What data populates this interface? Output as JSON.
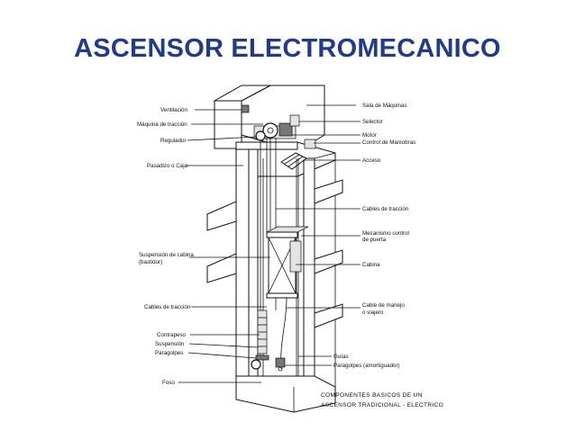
{
  "title": "ASCENSOR ELECTROMECANICO",
  "colors": {
    "title": "#1f3a93",
    "ink": "#111111"
  },
  "labels": {
    "ventilacion": "Ventilación",
    "maquina_traccion": "Máquina de tracción",
    "regulador": "Regulador",
    "pasadizo": "Pasadizo o Caja",
    "suspension_cabina_1": "Suspensión de cabina",
    "suspension_cabina_2": "(bastidor)",
    "cables_traccion_left": "Cables de tracción",
    "contrapeso": "Contrapeso",
    "suspension": "Suspensión",
    "paragolpes": "Paragolpes",
    "foso": "Foso",
    "sala_maquinas": "Sala de Máquinas",
    "selector": "Selector",
    "motor": "Motor",
    "control_maniobras": "Control de Maniobras",
    "acceso": "Acceso",
    "cables_traccion_right": "Cables de tracción",
    "mecanismo_1": "Mecanismo control",
    "mecanismo_2": "de puerta",
    "cabina": "Cabina",
    "cable_manejo_1": "Cable de manejo",
    "cable_manejo_2": "o viajero",
    "guias": "Guías",
    "paragolpes_amort": "Paragolpes (amortiguador)"
  },
  "caption": {
    "line1": "COMPONENTES BASICOS DE UN",
    "line2": "ASCENSOR TRADICIONAL - ELECTRICO"
  }
}
